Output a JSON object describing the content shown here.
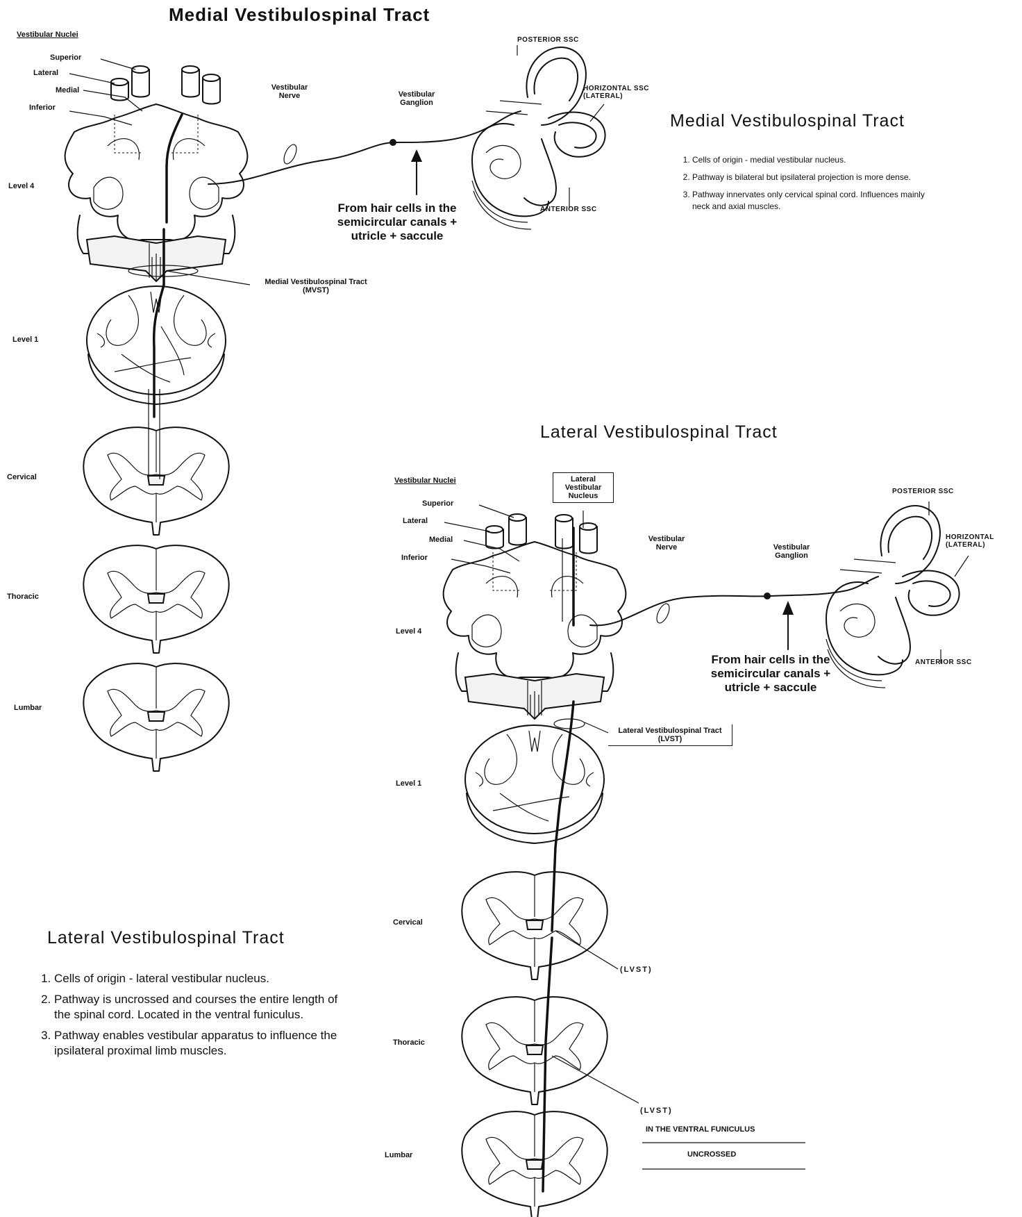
{
  "medial": {
    "title": "Medial Vestibulospinal Tract",
    "nuclei_heading": "Vestibular Nuclei",
    "nuclei": [
      "Superior",
      "Lateral",
      "Medial",
      "Inferior"
    ],
    "levels": [
      "Level 4",
      "Level 1",
      "Cervical",
      "Thoracic",
      "Lumbar"
    ],
    "nerve_label": "Vestibular Nerve",
    "ganglion_label": "Vestibular Ganglion",
    "posterior": "POSTERIOR SSC",
    "horizontal": "HORIZONTAL SSC (LATERAL)",
    "anterior": "ANTERIOR SSC",
    "hair_cells": "From hair cells in the semicircular canals + utricle + saccule",
    "tract_label": "Medial Vestibulospinal Tract (MVST)",
    "notes_title": "Medial Vestibulospinal Tract",
    "notes": [
      "Cells of origin - medial vestibular nucleus.",
      "Pathway is bilateral but ipsilateral projection is more dense.",
      "Pathway innervates only cervical spinal cord. Influences mainly neck and axial muscles."
    ]
  },
  "lateral": {
    "title": "Lateral Vestibulospinal Tract",
    "nuclei_heading": "Vestibular Nuclei",
    "nuclei": [
      "Superior",
      "Lateral",
      "Medial",
      "Inferior"
    ],
    "nucleus_box": "Lateral Vestibular Nucleus",
    "levels": [
      "Level 4",
      "Level 1",
      "Cervical",
      "Thoracic",
      "Lumbar"
    ],
    "nerve_label": "Vestibular Nerve",
    "ganglion_label": "Vestibular Ganglion",
    "posterior": "POSTERIOR SSC",
    "horizontal": "HORIZONTAL (LATERAL)",
    "anterior": "ANTERIOR SSC",
    "hair_cells": "From hair cells in the semicircular canals + utricle + saccule",
    "tract_label": "Lateral Vestibulospinal Tract (LVST)",
    "lvst_1": "(LVST)",
    "lvst_2": "(LVST)",
    "funiculus_1": "IN THE VENTRAL FUNICULUS",
    "funiculus_2": "UNCROSSED",
    "notes_title": "Lateral Vestibulospinal Tract",
    "notes": [
      "Cells of origin - lateral vestibular nucleus.",
      "Pathway is uncrossed and courses the entire length of the spinal cord. Located in the ventral funiculus.",
      "Pathway enables vestibular apparatus to influence the ipsilateral proximal limb muscles."
    ]
  }
}
